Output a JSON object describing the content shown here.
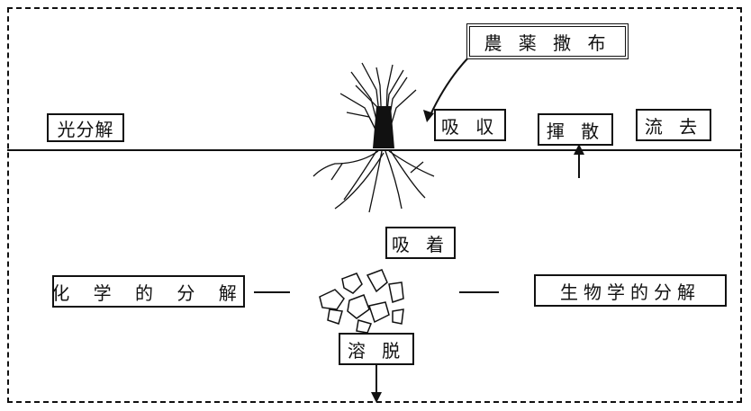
{
  "diagram": {
    "labels": {
      "application": "農 薬 撒 布",
      "photolysis": "光分解",
      "absorption": "吸 収",
      "volatilization": "揮 散",
      "runoff": "流 去",
      "adsorption": "吸 着",
      "chemical_decomposition": "化 学 的 分 解",
      "biological_decomposition": "生物学的分解",
      "desorption": "溶 脱"
    }
  }
}
